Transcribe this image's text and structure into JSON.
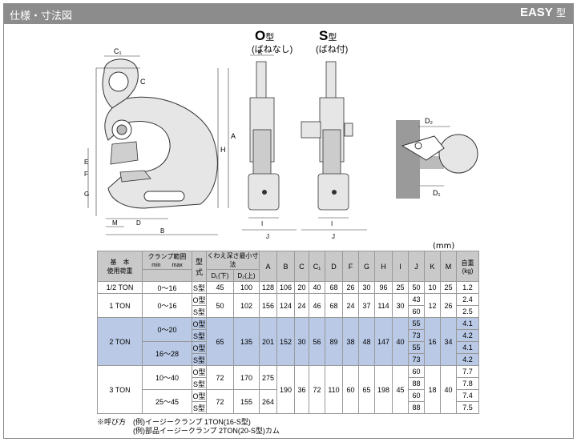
{
  "header": {
    "title": "仕様・寸法図",
    "model": "EASY",
    "model_suffix": "型"
  },
  "drawing": {
    "front_dims": {
      "C1": "C₁",
      "C": "C",
      "A": "A",
      "H": "H",
      "E": "E",
      "F": "F",
      "G": "G",
      "M": "M",
      "D": "D",
      "B": "B"
    },
    "type_o": {
      "title": "O",
      "suffix": "型",
      "sub": "(ばねなし)",
      "k": "K",
      "i": "I",
      "j": "J"
    },
    "type_s": {
      "title": "S",
      "suffix": "型",
      "sub": "(ばね付)",
      "i": "I",
      "j": "J"
    },
    "detail": {
      "d2": "D₂",
      "d1": "D₁"
    }
  },
  "table": {
    "unit": "(mm)",
    "headers": {
      "capacity": "基　本\n使用荷重",
      "clamp_range": "クランプ範囲",
      "min_max": "min　　max",
      "type": "型式",
      "depth": "くわえ深さ最小寸法",
      "d1": "D₁(下)",
      "d2": "D₂(上)",
      "cols": [
        "A",
        "B",
        "C",
        "C₁",
        "D",
        "F",
        "G",
        "H",
        "I",
        "J",
        "K",
        "M"
      ],
      "weight": "自重(kg)"
    },
    "rows": {
      "r1": {
        "cap": "1/2 TON",
        "range": "0～16",
        "type": "S型",
        "d1": "45",
        "d2": "100",
        "A": "128",
        "B": "106",
        "C": "20",
        "C1": "40",
        "D": "68",
        "F": "26",
        "G": "30",
        "H": "96",
        "I": "25",
        "J": "50",
        "K": "10",
        "M": "25",
        "w": "1.2"
      },
      "r2": {
        "cap": "1 TON",
        "range": "0～16",
        "type_o": "O型",
        "type_s": "S型",
        "d1": "50",
        "d2": "102",
        "A": "156",
        "B": "124",
        "C": "24",
        "C1": "46",
        "D": "68",
        "F": "24",
        "G": "37",
        "H": "114",
        "I": "30",
        "J_o": "43",
        "J_s": "60",
        "K": "12",
        "M": "26",
        "w_o": "2.4",
        "w_s": "2.5"
      },
      "r3": {
        "cap": "2 TON",
        "range_a": "0～20",
        "range_b": "16～28",
        "type_o": "O型",
        "type_s": "S型",
        "d1": "65",
        "d2": "135",
        "A": "201",
        "B": "152",
        "C": "30",
        "C1": "56",
        "D": "89",
        "F": "38",
        "G": "48",
        "H": "147",
        "I": "40",
        "J_ao": "55",
        "J_as": "73",
        "J_bo": "55",
        "J_bs": "73",
        "K": "16",
        "M": "34",
        "w_ao": "4.1",
        "w_as": "4.2",
        "w_bo": "4.1",
        "w_bs": "4.2"
      },
      "r4": {
        "cap": "3 TON",
        "range_a": "10～40",
        "range_b": "25～45",
        "type_o": "O型",
        "type_s": "S型",
        "d1_a": "72",
        "d2_a": "170",
        "d1_b": "72",
        "d2_b": "155",
        "A_a": "275",
        "A_b": "264",
        "B": "190",
        "C": "36",
        "C1": "72",
        "D": "110",
        "F": "60",
        "G": "65",
        "H": "198",
        "I": "45",
        "J_ao": "60",
        "J_as": "88",
        "J_bo": "60",
        "J_bs": "88",
        "K": "18",
        "M": "40",
        "w_ao": "7.7",
        "w_as": "7.8",
        "w_bo": "7.4",
        "w_bs": "7.5"
      }
    }
  },
  "note": {
    "line1": "※呼び方　(例)イージークランプ 1TON(16-S型)",
    "line2": "　　　　　(例)部品イージークランプ 2TON(20-S型)カム"
  }
}
